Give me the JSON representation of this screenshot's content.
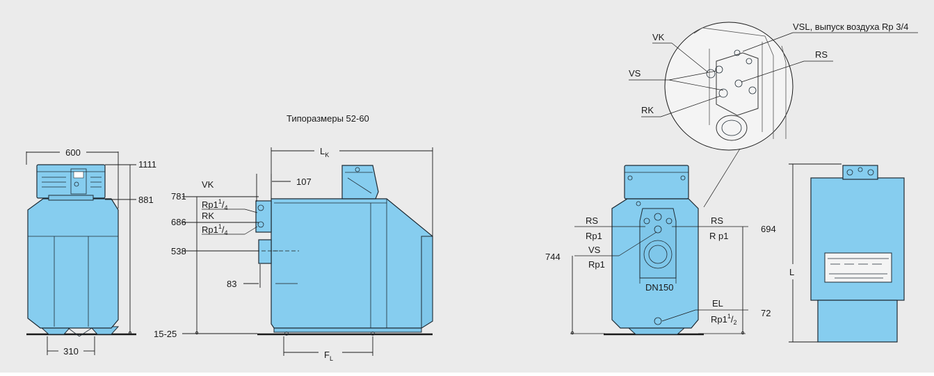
{
  "background": "#ebebeb",
  "boiler_color": "#86cdef",
  "line_color": "#1e2a33",
  "caption": "Типоразмеры 52-60",
  "front_view": {
    "width": "600",
    "height_total": "1111",
    "height_body": "881",
    "feet_spacing": "310"
  },
  "side_view": {
    "length_label": "L",
    "length_sub": "K",
    "vk": "VK",
    "vk_thread": "Rp1",
    "vk_sup": "1",
    "vk_den": "4",
    "rk": "RK",
    "rk_thread": "Rp1",
    "rk_sup": "1",
    "rk_den": "4",
    "h_vk": "781",
    "h_rk": "686",
    "h_538": "538",
    "h_feet": "15-25",
    "offset_107": "107",
    "offset_83": "83",
    "feet_label": "F",
    "feet_sub": "L"
  },
  "detail": {
    "vsl": "VSL, выпуск воздуха Rp 3/4",
    "vk": "VK",
    "vs": "VS",
    "rk": "RK",
    "rs": "RS"
  },
  "rear_view": {
    "rs_left": "RS",
    "rp1_left": "Rp1",
    "vs": "VS",
    "vs_thread": "Rp1",
    "h_744": "744",
    "dn": "DN150",
    "rs_right": "RS",
    "rp1_right": "R p1",
    "h_694": "694",
    "el": "EL",
    "el_thread": "Rp1",
    "el_sup": "1",
    "el_den": "2",
    "h_72": "72"
  },
  "top_view": {
    "length": "L"
  }
}
